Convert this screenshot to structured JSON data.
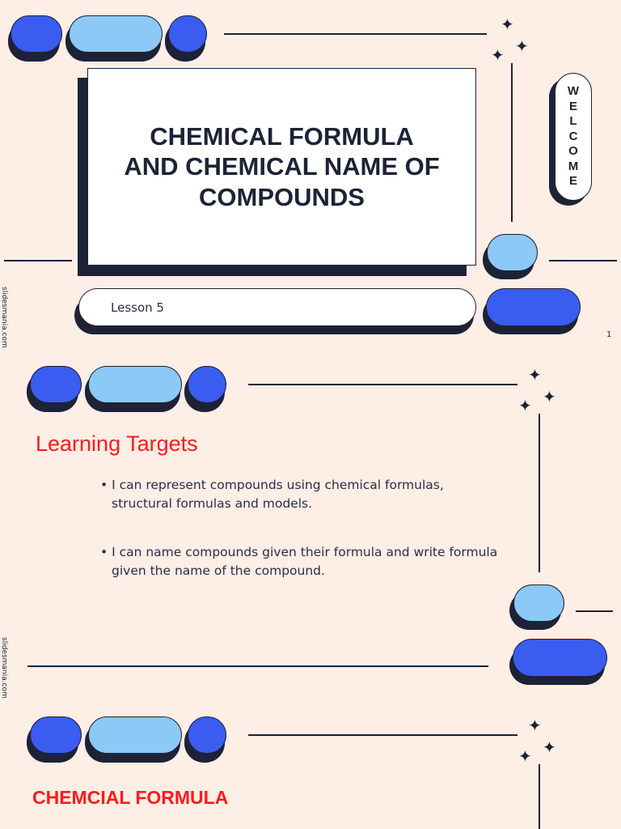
{
  "slide1": {
    "title_lines": [
      "CHEMICAL FORMULA",
      "AND CHEMICAL NAME OF",
      "COMPOUNDS"
    ],
    "welcome_letters": [
      "W",
      "E",
      "L",
      "C",
      "O",
      "M",
      "E"
    ],
    "subtitle": "Lesson 5",
    "page_number": "1",
    "watermark": "slidesmania.com"
  },
  "slide2": {
    "title": "Learning Targets",
    "bullets": [
      [
        "• I can represent compounds using chemical formulas,",
        "structural formulas and models."
      ],
      [
        "• I can name compounds given their formula and write formula",
        "given the name of the compound."
      ]
    ],
    "watermark": "slidesmania.com"
  },
  "slide3": {
    "title": "CHEMCIAL FORMULA"
  },
  "icons": {
    "star": "sparkle-star-icon"
  },
  "colors": {
    "background": "#fdeee6",
    "navy": "#1e2236",
    "blue": "#3a5cf0",
    "light_blue": "#8cc9f6",
    "accent_red": "#ff1a1a"
  }
}
